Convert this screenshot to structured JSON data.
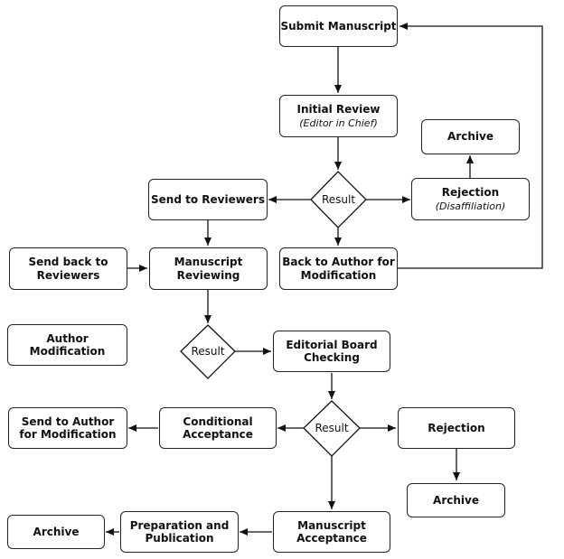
{
  "nodes": {
    "submit": {
      "title": "Submit Manuscript"
    },
    "initial_review": {
      "title": "Initial Review",
      "subtitle": "(Editor in Chief)"
    },
    "archive_top": {
      "title": "Archive"
    },
    "rejection_top": {
      "title": "Rejection",
      "subtitle": "(Disaffiliation)"
    },
    "send_to_reviewers": {
      "title": "Send to Reviewers"
    },
    "send_back_reviewers": {
      "title": "Send back to Reviewers"
    },
    "manuscript_reviewing": {
      "title": "Manuscript Reviewing"
    },
    "back_to_author": {
      "title": "Back to Author for Modification"
    },
    "author_modification": {
      "title": "Author Modification"
    },
    "editorial_board": {
      "title": "Editorial Board Checking"
    },
    "send_to_author": {
      "title": "Send to Author for Modification"
    },
    "conditional_acceptance": {
      "title": "Conditional Acceptance"
    },
    "rejection_bottom": {
      "title": "Rejection"
    },
    "archive_mid": {
      "title": "Archive"
    },
    "archive_bottom": {
      "title": "Archive"
    },
    "preparation_publication": {
      "title": "Preparation and Publication"
    },
    "manuscript_acceptance": {
      "title": "Manuscript Acceptance"
    }
  },
  "decisions": {
    "result_1": "Result",
    "result_2": "Result",
    "result_3": "Result"
  }
}
